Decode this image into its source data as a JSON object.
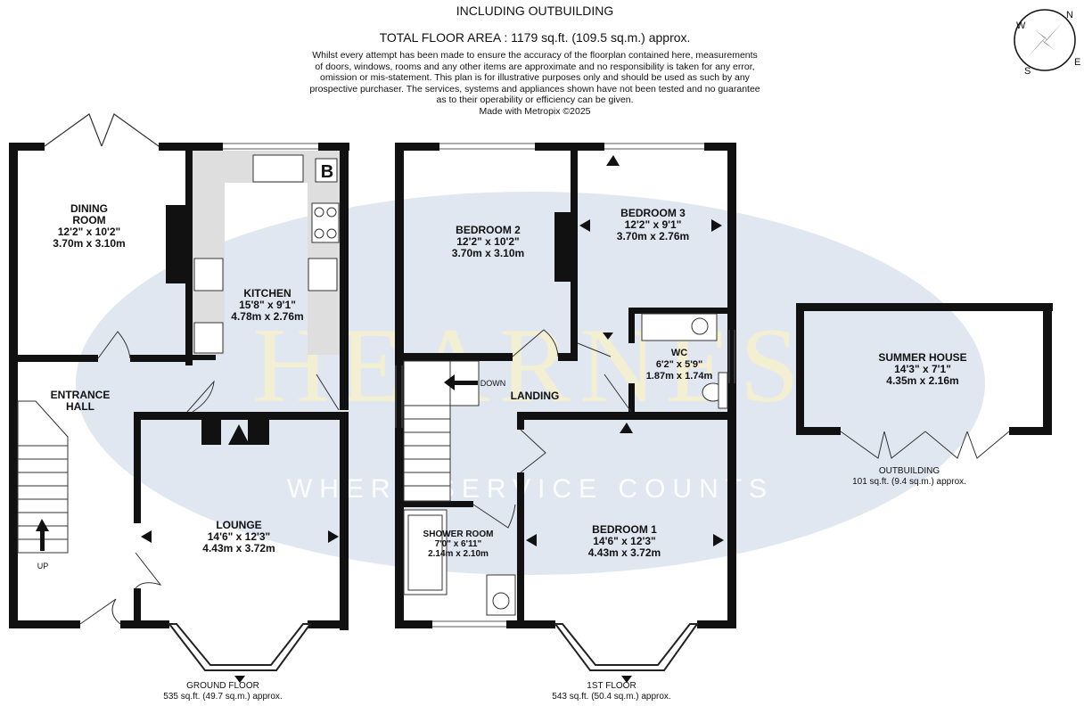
{
  "header": {
    "title": "INCLUDING OUTBUILDING",
    "total_area": "TOTAL FLOOR AREA : 1179 sq.ft. (109.5 sq.m.) approx.",
    "disclaimer": [
      "Whilst every attempt has been made to ensure the accuracy of the floorplan contained here, measurements",
      "of doors, windows, rooms and any other items are approximate and no responsibility is taken for any error,",
      "omission or mis-statement. This plan is for illustrative purposes only and should be used as such by any",
      "prospective purchaser. The services, systems and appliances shown have not been tested and no guarantee",
      "as to their operability or efficiency can be given.",
      "Made with Metropix ©2025"
    ]
  },
  "compass": {
    "n": "N",
    "s": "S",
    "e": "E",
    "w": "W"
  },
  "watermark": {
    "brand": "HEARNES",
    "tagline": "WHERE SERVICE COUNTS"
  },
  "ground_floor": {
    "label": "GROUND FLOOR",
    "area": "535 sq.ft. (49.7 sq.m.) approx.",
    "rooms": {
      "dining": {
        "name1": "DINING",
        "name2": "ROOM",
        "imperial": "12'2\"  x 10'2\"",
        "metric": "3.70m  x 3.10m"
      },
      "kitchen": {
        "name": "KITCHEN",
        "imperial": "15'8\"  x 9'1\"",
        "metric": "4.78m  x 2.76m"
      },
      "hall": {
        "name1": "ENTRANCE",
        "name2": "HALL"
      },
      "lounge": {
        "name": "LOUNGE",
        "imperial": "14'6\"  x 12'3\"",
        "metric": "4.43m  x 3.72m"
      }
    },
    "stair_label": "UP",
    "boiler_label": "B"
  },
  "first_floor": {
    "label": "1ST FLOOR",
    "area": "543 sq.ft. (50.4 sq.m.) approx.",
    "rooms": {
      "bedroom2": {
        "name": "BEDROOM 2",
        "imperial": "12'2\"  x 10'2\"",
        "metric": "3.70m  x 3.10m"
      },
      "bedroom3": {
        "name": "BEDROOM 3",
        "imperial": "12'2\"  x 9'1\"",
        "metric": "3.70m  x 2.76m"
      },
      "wc": {
        "name": "WC",
        "imperial": "6'2\"  x 5'9\"",
        "metric": "1.87m  x 1.74m"
      },
      "landing": {
        "name": "LANDING"
      },
      "shower": {
        "name": "SHOWER ROOM",
        "imperial": "7'0\"  x 6'11\"",
        "metric": "2.14m  x 2.10m"
      },
      "bedroom1": {
        "name": "BEDROOM 1",
        "imperial": "14'6\"  x 12'3\"",
        "metric": "4.43m  x 3.72m"
      }
    },
    "stair_label": "DOWN"
  },
  "outbuilding": {
    "label": "OUTBUILDING",
    "area": "101 sq.ft. (9.4 sq.m.) approx.",
    "room": {
      "name": "SUMMER HOUSE",
      "imperial": "14'3\"  x 7'1\"",
      "metric": "4.35m  x 2.16m"
    }
  },
  "colors": {
    "wall": "#111111",
    "floor": "#ffffff",
    "watermark_oval": "#c9d3e6",
    "watermark_text": "#f3efcf",
    "counter": "#dcdcdc"
  }
}
